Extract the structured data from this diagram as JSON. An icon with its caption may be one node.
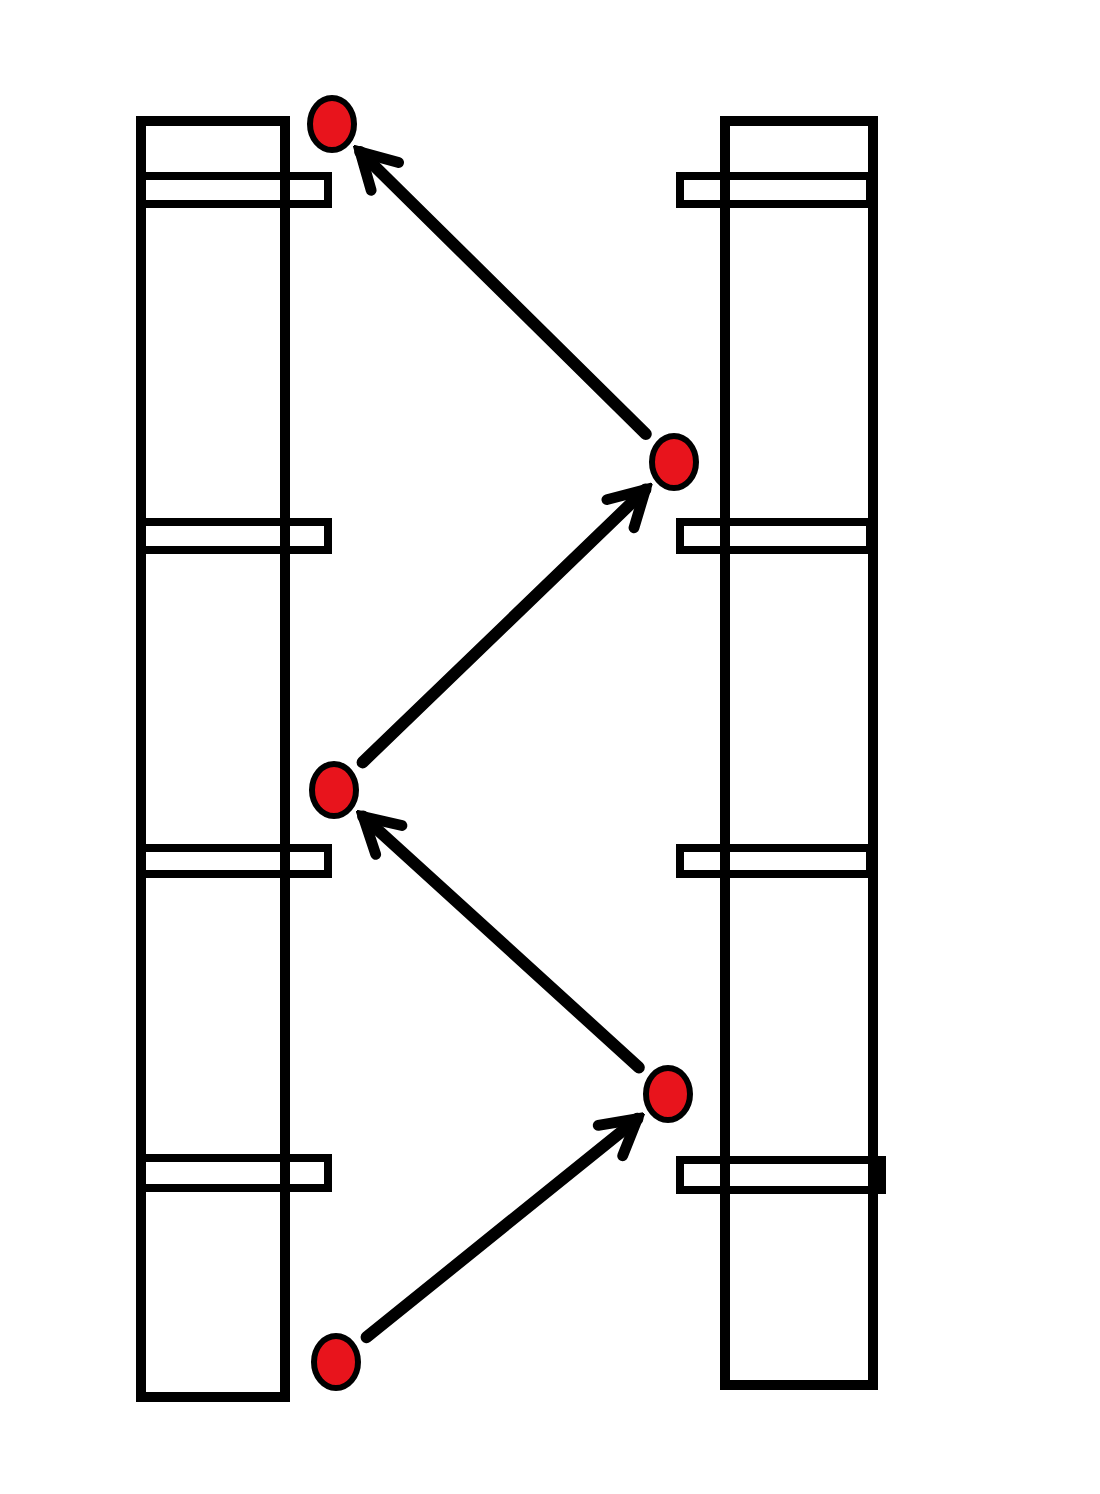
{
  "diagram": {
    "nodes": [
      {
        "text": [],
        "shape": "bar"
      },
      {
        "text": [],
        "shape": "bar"
      },
      {
        "text": [],
        "shape": "circle"
      },
      {
        "text": [],
        "shape": "circle"
      },
      {
        "text": [],
        "shape": "circle"
      },
      {
        "text": [],
        "shape": "circle"
      },
      {
        "text": [],
        "shape": "circle"
      }
    ],
    "edges": [
      {
        "from": 6,
        "to": 5,
        "arrow": "to"
      },
      {
        "from": 5,
        "to": 4,
        "arrow": "to"
      },
      {
        "from": 4,
        "to": 3,
        "arrow": "to"
      },
      {
        "from": 3,
        "to": 2,
        "arrow": "to"
      }
    ]
  }
}
